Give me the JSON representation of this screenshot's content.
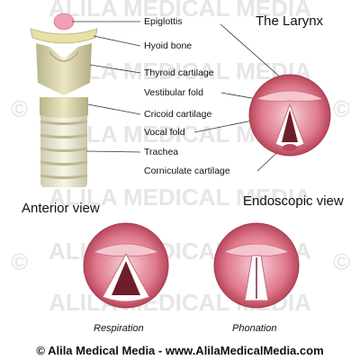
{
  "title": "The Larynx",
  "labels": {
    "epiglottis": "Epiglottis",
    "hyoid_bone": "Hyoid bone",
    "thyroid_cartilage": "Thyroid cartilage",
    "vestibular_fold": "Vestibular fold",
    "cricoid_cartilage": "Cricoid cartilage",
    "vocal_fold": "Vocal fold",
    "trachea": "Trachea",
    "corniculate_cartilage": "Corniculate cartilage"
  },
  "views": {
    "anterior": "Anterior view",
    "endoscopic": "Endoscopic view"
  },
  "captions": {
    "respiration": "Respiration",
    "phonation": "Phonation"
  },
  "watermark": {
    "text": "ALILA MEDICAL MEDIA",
    "symbol": "©"
  },
  "footer": "© Alila Medical Media - www.AlilaMedicalMedia.com",
  "colors": {
    "cartilage": "#d9d4a8",
    "trachea": "#ece9d2",
    "mucosa": "#c95a6d",
    "mucosa_light": "#f1b8c3",
    "epiglottis": "#f0a0b4"
  }
}
